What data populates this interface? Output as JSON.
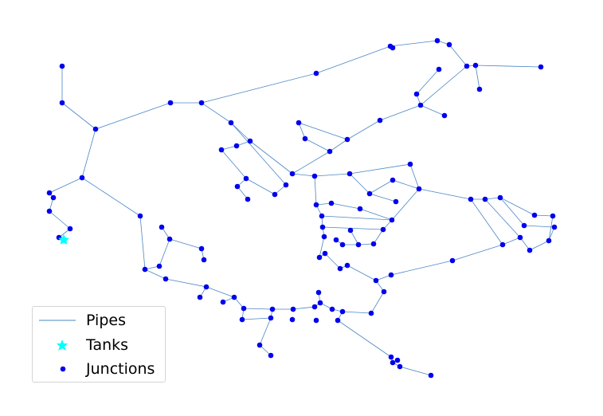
{
  "colors": {
    "pipe": "#4a86c5",
    "junction": "#0000ee",
    "tank": "#00ffff"
  },
  "legend": {
    "placement": "lower-left",
    "items": [
      {
        "label": "Pipes",
        "marker": "line"
      },
      {
        "label": "Tanks",
        "marker": "star"
      },
      {
        "label": "Junctions",
        "marker": "dot"
      }
    ]
  }
}
